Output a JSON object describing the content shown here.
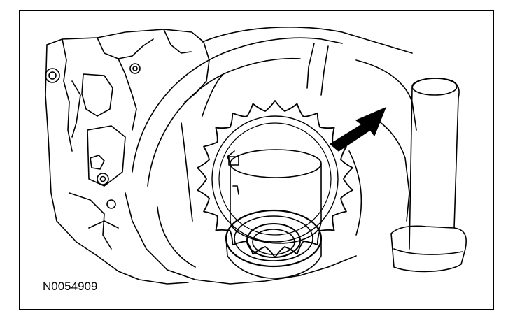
{
  "figure": {
    "id_label": "N0054909",
    "line_color": "#000000",
    "background_color": "#ffffff"
  },
  "callouts": [
    {
      "name": "arrow-indicator",
      "points_to": "sprocket-teeth"
    }
  ]
}
